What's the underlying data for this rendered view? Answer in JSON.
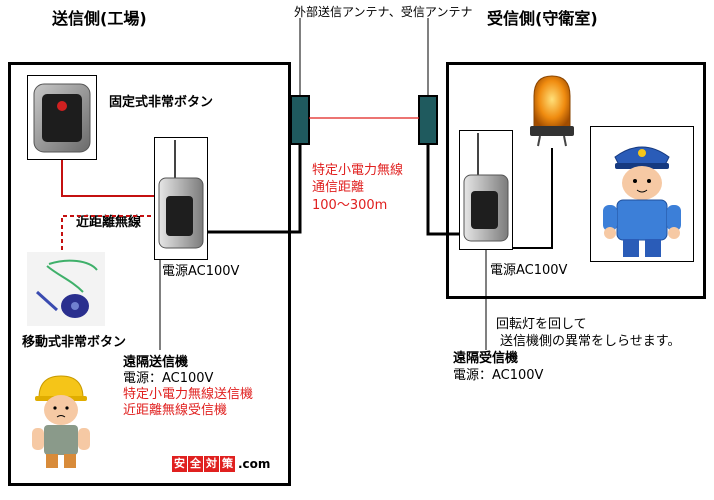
{
  "sender": {
    "title": "送信側(工場)",
    "fixed_button_label": "固定式非常ボタン",
    "short_range_label": "近距離無線",
    "mobile_button_label": "移動式非常ボタン",
    "power_label": "電源AC100V",
    "transmitter_name": "遠隔送信機",
    "transmitter_power": "電源：AC100V",
    "transmitter_spec1": "特定小電力無線送信機",
    "transmitter_spec2": "近距離無線受信機"
  },
  "receiver": {
    "title": "受信側(守衛室)",
    "power_label": "電源AC100V",
    "note_line1": "回転灯を回して",
    "note_line2": "送信機側の異常をしらせます。",
    "receiver_name": "遠隔受信機",
    "receiver_power": "電源：AC100V"
  },
  "antenna_label": "外部送信アンテナ、受信アンテナ",
  "link": {
    "line1": "特定小電力無線",
    "line2": "通信距離",
    "line3": "100〜300m"
  },
  "logo": {
    "chars": [
      "安",
      "全",
      "対",
      "策"
    ],
    "domain": ".com"
  },
  "colors": {
    "accent_red": "#e0201f",
    "antenna_teal": "#1f5a5e"
  }
}
